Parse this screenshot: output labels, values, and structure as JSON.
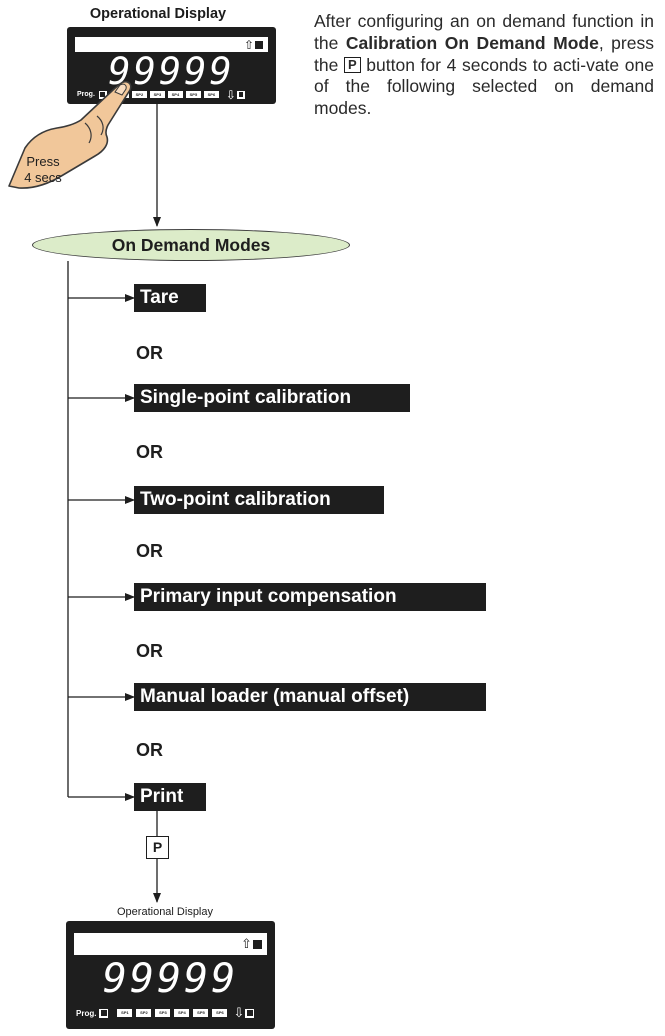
{
  "top_display": {
    "title": "Operational Display",
    "reading": "99999",
    "prog_label": "Prog.",
    "setpoints": [
      "SP1",
      "SP2",
      "SP3",
      "SP4",
      "SP5",
      "SP6"
    ],
    "up_icon": "up-arrow-icon",
    "down_icon": "down-arrow-icon"
  },
  "press_hint": {
    "line1": "Press",
    "line2": "4 secs"
  },
  "intro": {
    "part1": "After configuring an on demand function in the ",
    "bold1": "Calibration On Demand Mode",
    "part2": ", press the ",
    "key": "P",
    "part3": " button for 4 seconds to acti-vate one of the following selected on demand modes."
  },
  "modes_header": "On Demand Modes",
  "modes": [
    "Tare",
    "Single-point calibration",
    "Two-point calibration",
    "Primary input compensation",
    "Manual loader (manual offset)",
    "Print"
  ],
  "or_label": "OR",
  "p_key": "P",
  "bottom_display": {
    "title": "Operational Display",
    "reading": "99999",
    "prog_label": "Prog.",
    "setpoints": [
      "SP1",
      "SP2",
      "SP3",
      "SP4",
      "SP5",
      "SP6"
    ]
  },
  "colors": {
    "header_fill": "#dcecc9",
    "box_fill": "#1e1e1e",
    "hand_fill": "#f1c79a"
  }
}
